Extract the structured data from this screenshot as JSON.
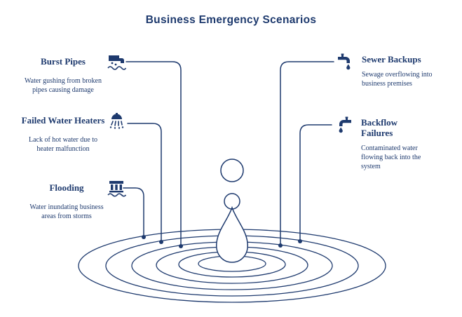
{
  "theme": {
    "accent": "#1e3a6e",
    "background": "#ffffff"
  },
  "title": "Business Emergency Scenarios",
  "illustration": "water-drop-splash-with-ripples",
  "items": [
    {
      "id": "burst-pipes",
      "side": "left",
      "icon": "burst-pipe-icon",
      "label": "Burst Pipes",
      "description": "Water gushing from broken pipes causing damage"
    },
    {
      "id": "failed-water-heaters",
      "side": "left",
      "icon": "water-heater-shower-icon",
      "label": "Failed Water Heaters",
      "description": "Lack of hot water due to heater malfunction"
    },
    {
      "id": "flooding",
      "side": "left",
      "icon": "flooded-building-icon",
      "label": "Flooding",
      "description": "Water inundating business areas from storms"
    },
    {
      "id": "sewer-backups",
      "side": "right",
      "icon": "faucet-drip-icon",
      "label": "Sewer Backups",
      "description": "Sewage overflowing into business premises"
    },
    {
      "id": "backflow-failures",
      "side": "right",
      "icon": "backflow-faucet-icon",
      "label": "Backflow Failures",
      "description": "Contaminated water flowing back into the system"
    }
  ]
}
